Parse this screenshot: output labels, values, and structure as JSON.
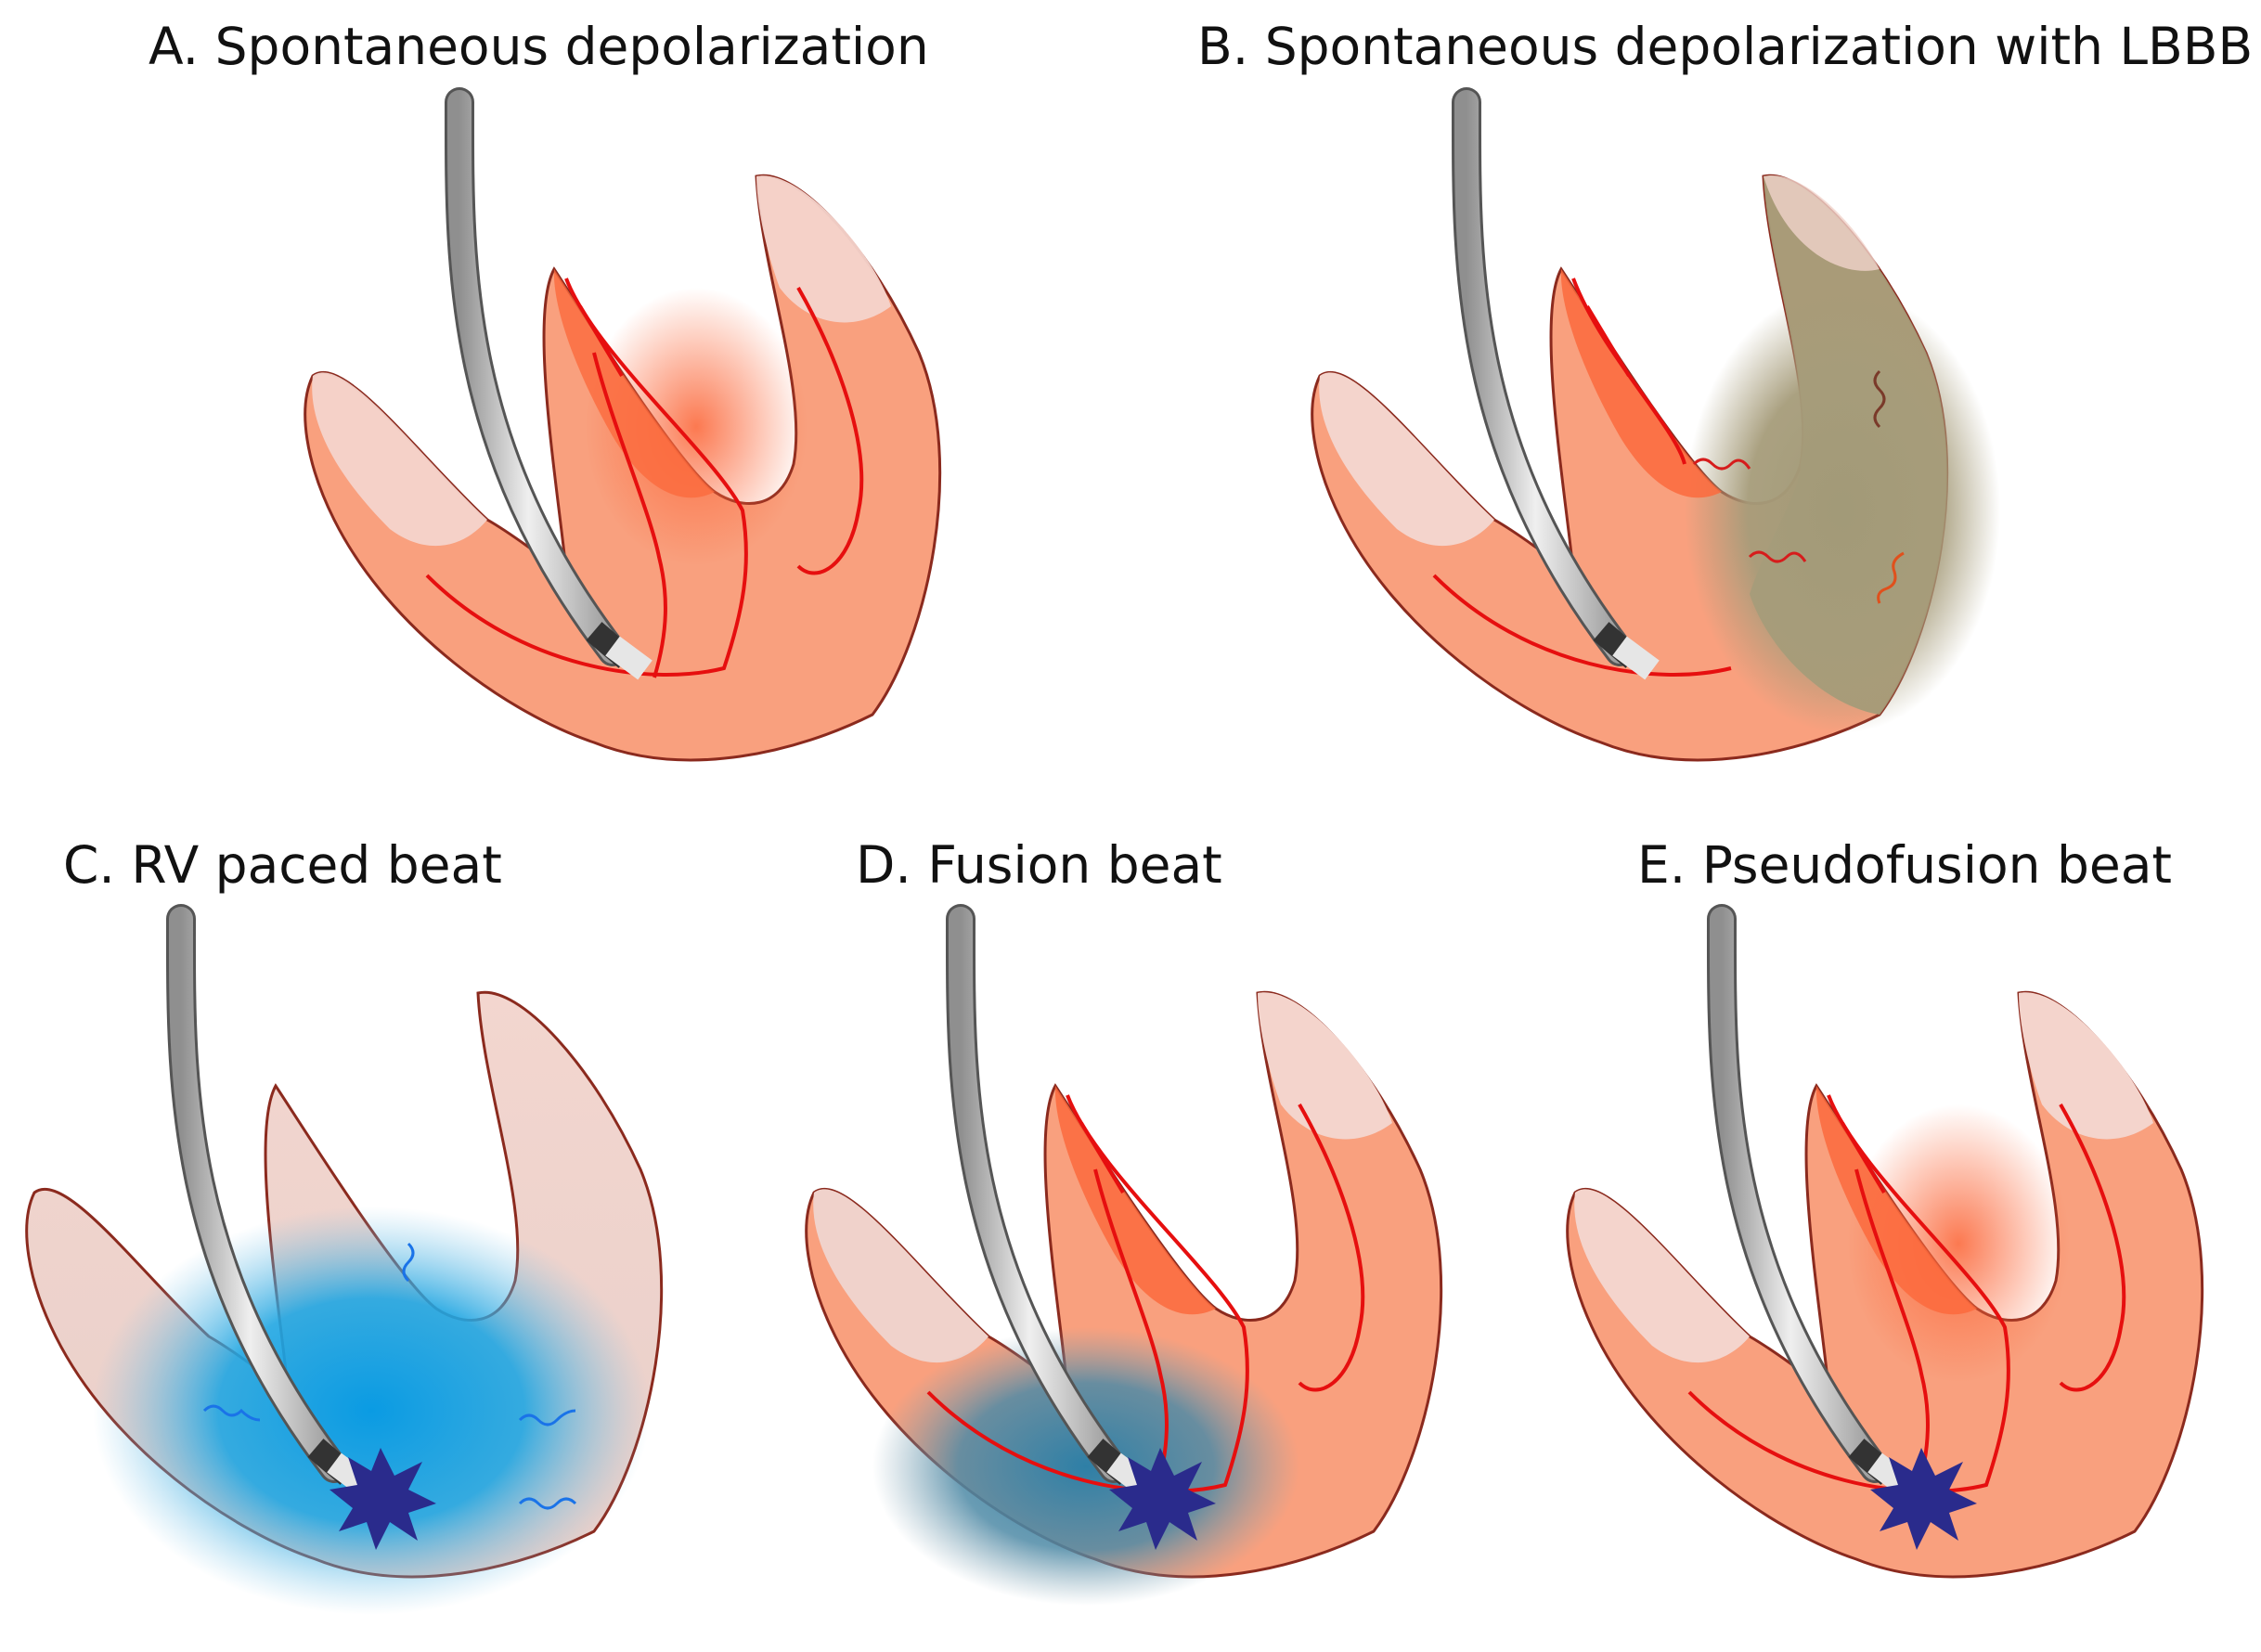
{
  "panels": [
    {
      "id": "A",
      "title": "A. Spontaneous depolarization"
    },
    {
      "id": "B",
      "title": "B. Spontaneous depolarization with LBBB"
    },
    {
      "id": "C",
      "title": "C. RV paced beat"
    },
    {
      "id": "D",
      "title": "D. Fusion beat"
    },
    {
      "id": "E",
      "title": "E. Pseudofusion beat"
    }
  ],
  "colors": {
    "myocardium": "#f9a07e",
    "myocardium_light": "#f4d4cc",
    "myocardium_active": "#fb6a3d",
    "outline": "#8b2a1e",
    "conduction": "#e60f0f",
    "paced_blue": "#0aa0e6",
    "lbbb_olive": "#a49b78",
    "spike": "#2a2b8c",
    "lead": "#c8c8c8"
  },
  "icons": {
    "lead": "pacing-lead-icon",
    "stimulus": "pacing-stimulus-star-icon",
    "wavefront": "wavefront-arrow-icon"
  }
}
